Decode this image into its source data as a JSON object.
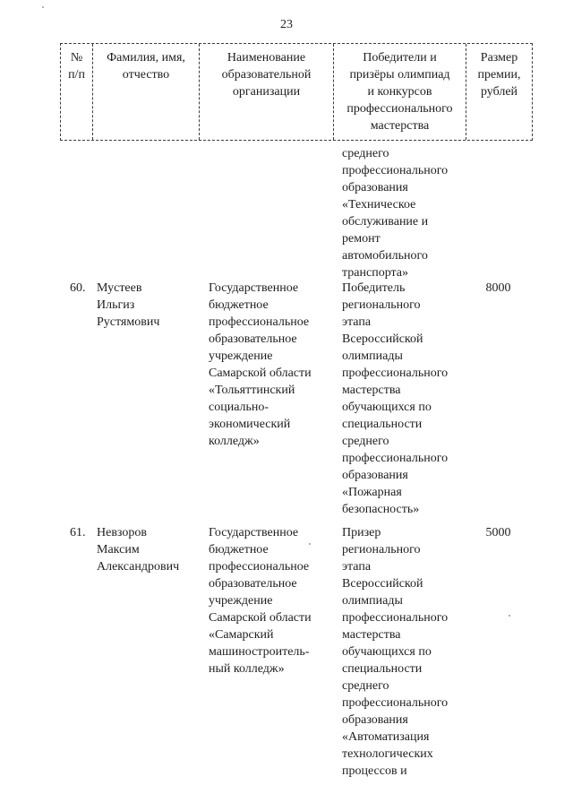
{
  "page_number": "23",
  "table": {
    "headers": {
      "num": "№\nп/п",
      "name": "Фамилия, имя,\nотчество",
      "organization": "Наименование\nобразовательной\nорганизации",
      "award": "Победители и\nпризёры олимпиад\nи конкурсов\nпрофессионального\nмастерства",
      "amount": "Размер\nпремии,\nрублей"
    },
    "continuation_row": {
      "award": "среднего\nпрофессионального\nобразования\n«Техническое\nобслуживание и\nремонт\nавтомобильного\nтранспорта»"
    },
    "rows": [
      {
        "num": "60.",
        "name": "Мустеев\nИльгиз\nРустямович",
        "organization": "Государственное\nбюджетное\nпрофессиональное\nобразовательное\nучреждение\nСамарской области\n«Тольяттинский\nсоциально-\nэкономический\nколледж»",
        "award": "Победитель\nрегионального\nэтапа\nВсероссийской\nолимпиады\nпрофессионального\nмастерства\nобучающихся по\nспециальности\nсреднего\nпрофессионального\nобразования\n«Пожарная\nбезопасность»",
        "amount": "8000"
      },
      {
        "num": "61.",
        "name": "Невзоров\nМаксим\nАлександрович",
        "organization": "Государственное\nбюджетное\nпрофессиональное\nобразовательное\nучреждение\nСамарской области\n«Самарский\nмашиностроитель-\nный колледж»",
        "award": "Призер\nрегионального\nэтапа\nВсероссийской\nолимпиады\nпрофессионального\nмастерства\nобучающихся по\nспециальности\nсреднего\nпрофессионального\nобразования\n«Автоматизация\nтехнологических\nпроцессов и",
        "amount": "5000"
      }
    ]
  }
}
